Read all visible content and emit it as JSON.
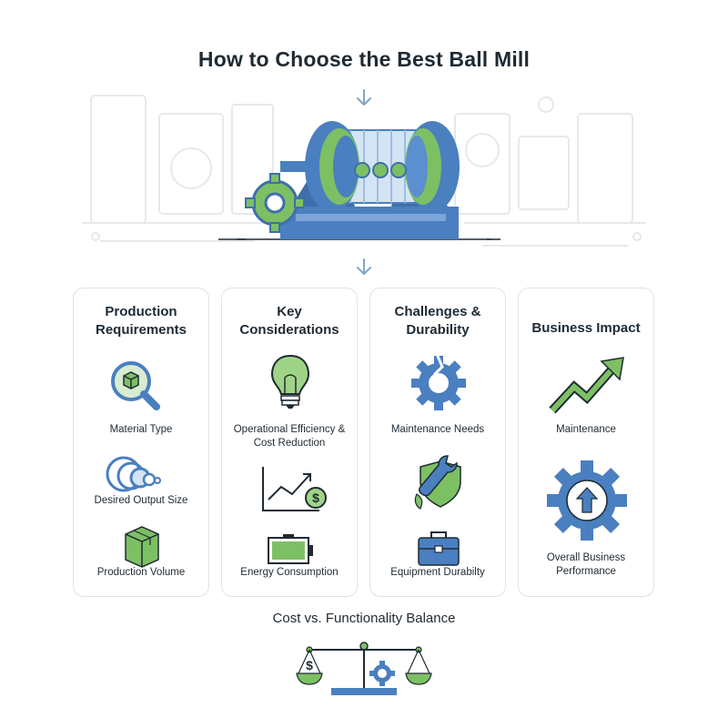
{
  "title": "How to Choose the Best Ball Mill",
  "colors": {
    "blue": "#4a7fc0",
    "green": "#7dc064",
    "dark": "#1f2a33",
    "border": "#dde3e8"
  },
  "hero": {
    "icons": [
      "arrow-down-icon",
      "ball-mill-illustration",
      "gear-icon"
    ]
  },
  "cards": [
    {
      "title": "Production Requirements",
      "items": [
        {
          "icon": "magnifier-cube-icon",
          "label": "Material Type"
        },
        {
          "icon": "concentric-circles-icon",
          "label": "Desired Output Size"
        },
        {
          "icon": "box-icon",
          "label": "Production Volume"
        }
      ]
    },
    {
      "title": "Key Considerations",
      "items": [
        {
          "icon": "lightbulb-icon",
          "label": "Operational Efficiency & Cost Reduction"
        },
        {
          "icon": "trend-dollar-icon",
          "label": ""
        },
        {
          "icon": "battery-icon",
          "label": "Energy Consumption"
        }
      ]
    },
    {
      "title": "Challenges & Durability",
      "items": [
        {
          "icon": "broken-gear-icon",
          "label": "Maintenance Needs"
        },
        {
          "icon": "wrench-shield-icon",
          "label": ""
        },
        {
          "icon": "toolbox-icon",
          "label": "Equipment Durabilty"
        }
      ]
    },
    {
      "title": "Business Impact",
      "items": [
        {
          "icon": "growth-arrow-icon",
          "label": "Maintenance"
        },
        {
          "icon": "gear-up-arrow-icon",
          "label": "Overall Business Performance"
        }
      ]
    }
  ],
  "balance": {
    "label": "Cost vs. Functionality Balance",
    "icon": "balance-scale-icon"
  }
}
